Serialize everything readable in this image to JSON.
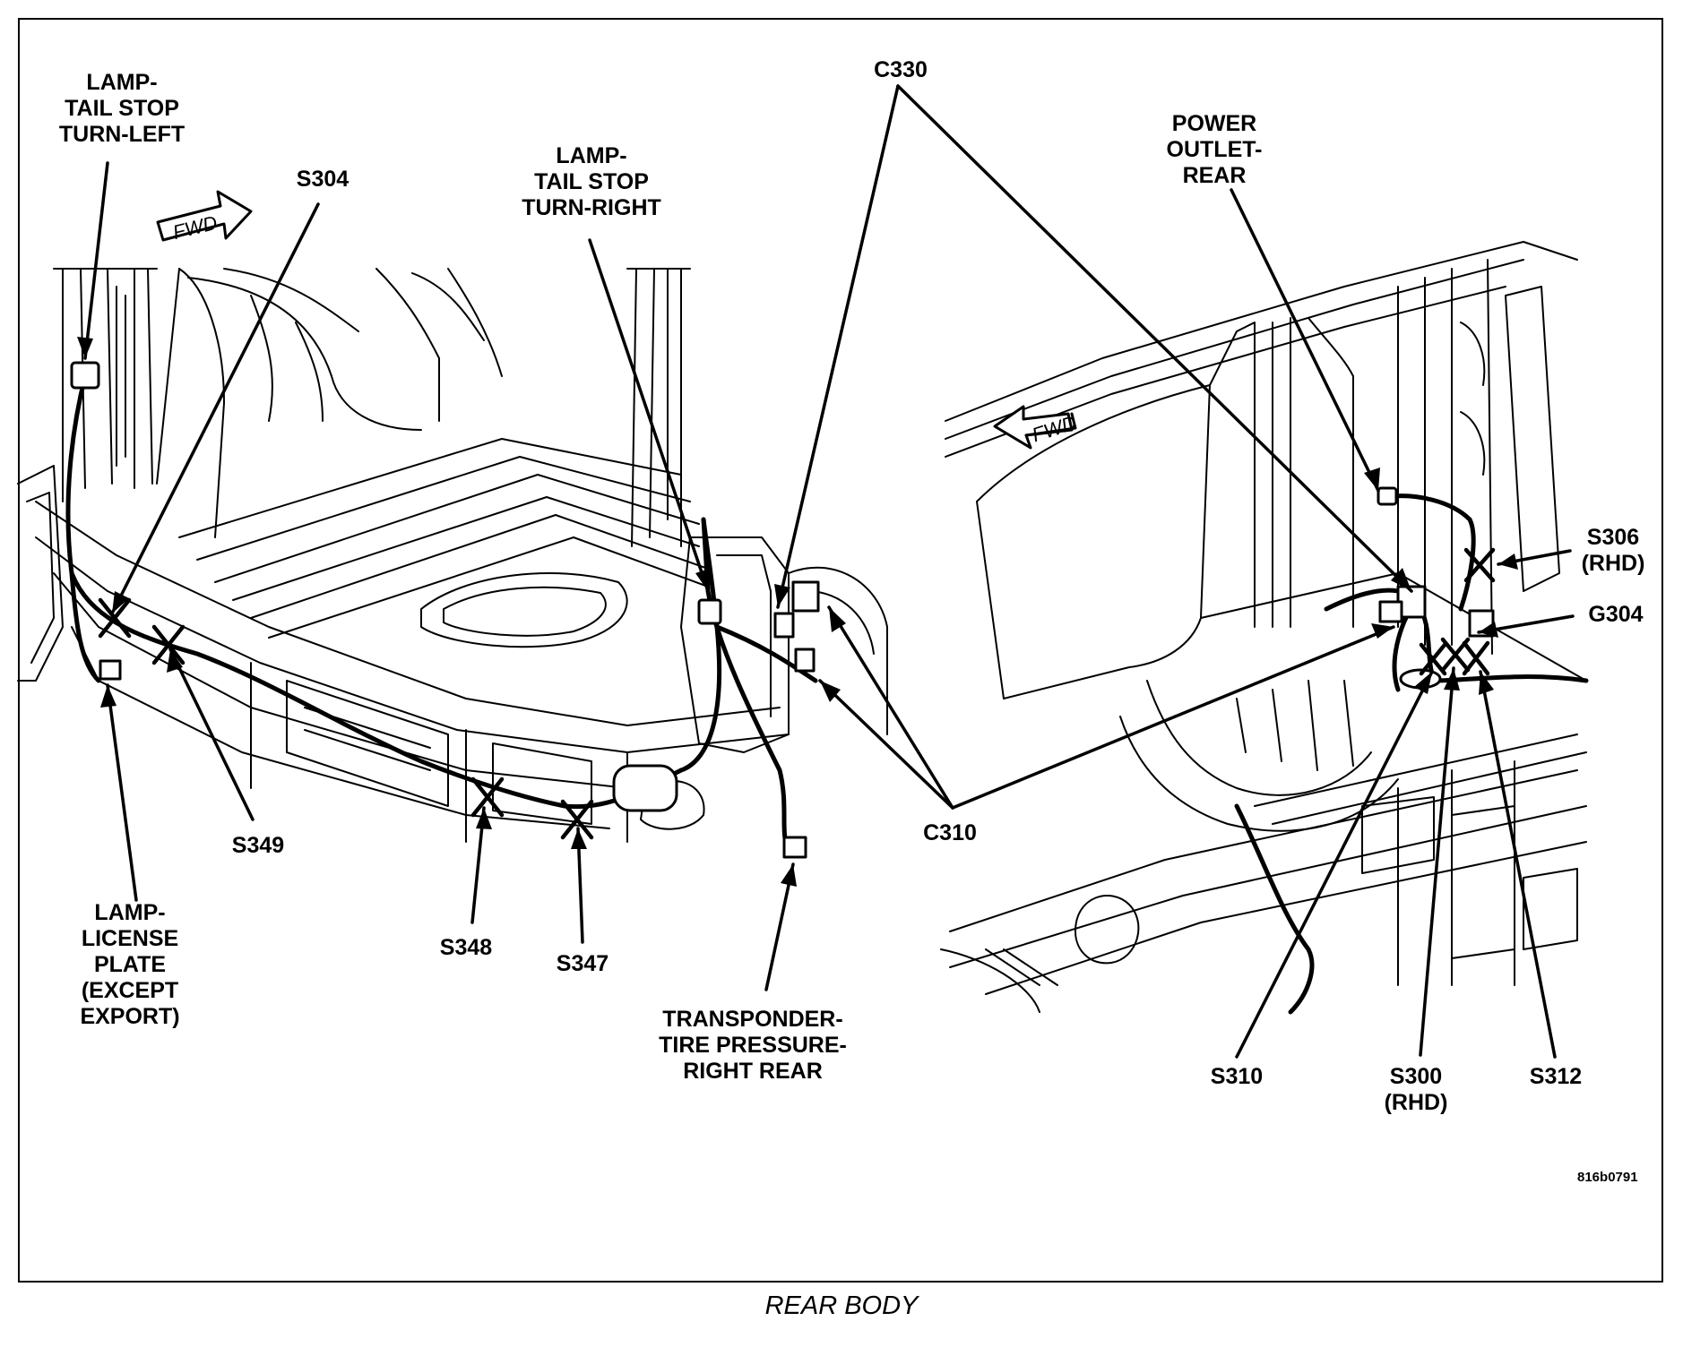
{
  "diagram": {
    "figure_code": "816b0791",
    "caption": "REAR BODY",
    "fwd_label": "FWD",
    "colors": {
      "ink": "#000000",
      "background": "#ffffff"
    },
    "labels": {
      "lamp_tail_left": "LAMP-\nTAIL STOP\nTURN-LEFT",
      "s304": "S304",
      "lamp_tail_right": "LAMP-\nTAIL STOP\nTURN-RIGHT",
      "c330": "C330",
      "power_outlet": "POWER\nOUTLET-\nREAR",
      "s306": "S306\n(RHD)",
      "g304": "G304",
      "c310": "C310",
      "s349": "S349",
      "lamp_license": "LAMP-\nLICENSE\nPLATE\n(EXCEPT\nEXPORT)",
      "s348": "S348",
      "s347": "S347",
      "transponder": "TRANSPONDER-\nTIRE PRESSURE-\nRIGHT REAR",
      "s310": "S310",
      "s300": "S300\n(RHD)",
      "s312": "S312"
    }
  }
}
